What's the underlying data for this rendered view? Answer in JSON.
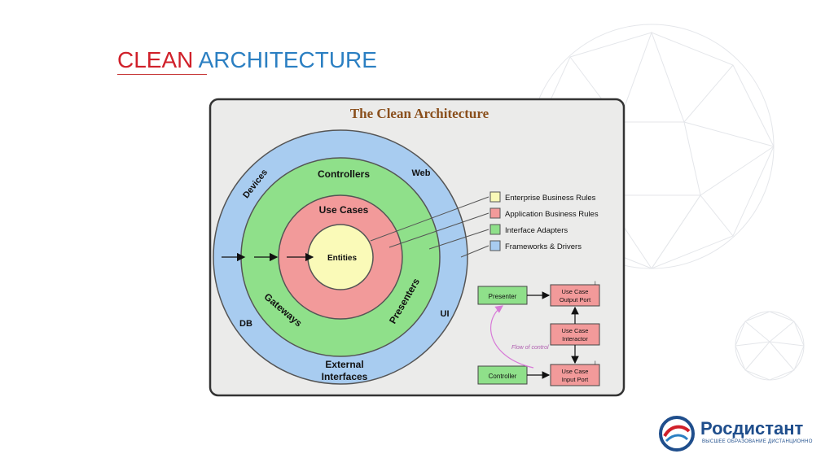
{
  "slide": {
    "title_part1": "CLEAN",
    "title_part2": " ARCHITECTURE"
  },
  "diagram": {
    "heading": "The Clean Architecture",
    "rings": {
      "outer": {
        "labels": [
          "Devices",
          "Web",
          "DB",
          "UI",
          "External",
          "Interfaces"
        ],
        "color": "#a8ccf0"
      },
      "adapters": {
        "labels": [
          "Controllers",
          "Gateways",
          "Presenters"
        ],
        "color": "#8fe08a"
      },
      "usecases": {
        "labels": [
          "Use Cases"
        ],
        "color": "#f29a9a"
      },
      "entities": {
        "labels": [
          "Entities"
        ],
        "color": "#fafab8"
      }
    },
    "legend": [
      {
        "label": "Enterprise Business Rules",
        "color": "#fafab8"
      },
      {
        "label": "Application Business Rules",
        "color": "#f29a9a"
      },
      {
        "label": "Interface Adapters",
        "color": "#8fe08a"
      },
      {
        "label": "Frameworks & Drivers",
        "color": "#a8ccf0"
      }
    ],
    "flow": {
      "presenter": "Presenter",
      "controller": "Controller",
      "output_port": [
        "Use Case",
        "Output Port"
      ],
      "interactor": [
        "Use Case",
        "Interactor"
      ],
      "input_port": [
        "Use Case",
        "Input Port"
      ],
      "caption": "Flow of control",
      "port_marker": "I"
    }
  },
  "logo": {
    "name": "Росдистант",
    "subtitle": "ВЫСШЕЕ ОБРАЗОВАНИЕ ДИСТАНЦИОННО"
  }
}
